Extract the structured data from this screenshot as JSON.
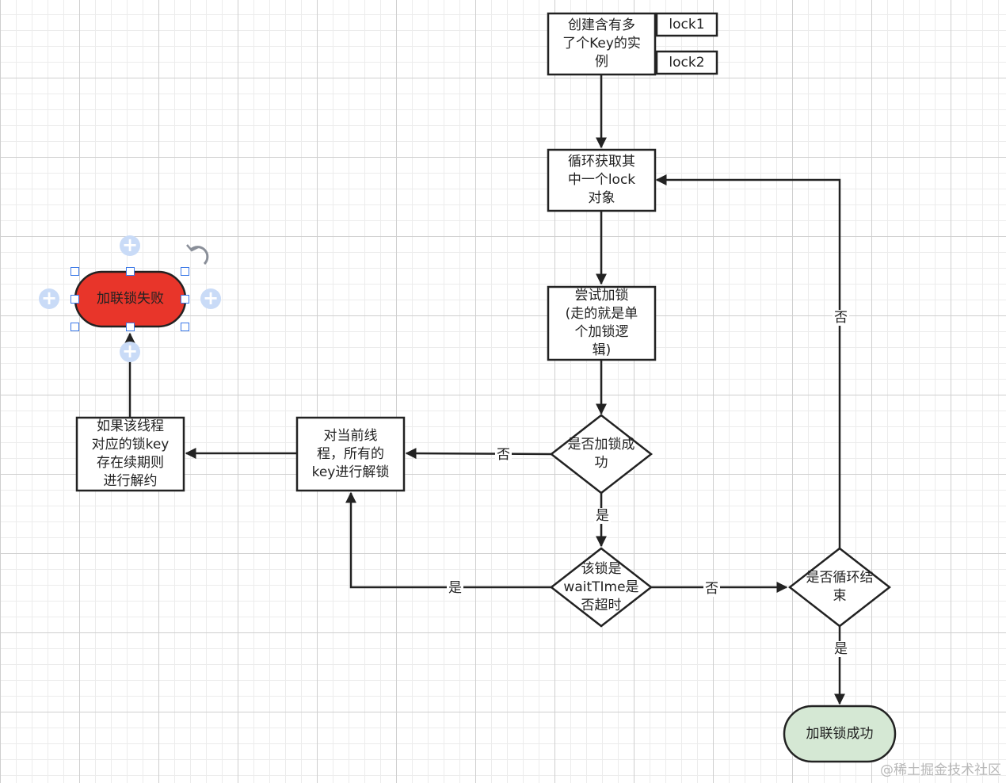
{
  "nodes": {
    "create": "创建含有多\n了个Key的实\n例",
    "lock1": "lock1",
    "lock2": "lock2",
    "loop_get": "循环获取其\n中一个lock\n对象",
    "try_lock": "尝试加锁\n(走的就是单\n个加锁逻\n辑)",
    "lock_ok": "是否加锁成\n功",
    "wait_timeout": "该锁是\nwaitTIme是\n否超时",
    "loop_end": "是否循环结\n束",
    "success": "加联锁成功",
    "unlock_current": "对当前线\n程，所有的\nkey进行解锁",
    "unlock_renew": "如果该线程\n对应的锁key\n存在续期则\n进行解约",
    "fail": "加联锁失败"
  },
  "edges": {
    "no_unlock": "否",
    "yes_wait": "是",
    "no_loop_end": "否",
    "yes_timeout": "是",
    "no_loop_back": "否",
    "yes_success": "是"
  },
  "colors": {
    "stroke": "#222222",
    "fail_fill": "#e8352a",
    "success_fill": "#d5e8d4",
    "selection": "#3b78e7"
  },
  "watermark": "@稀土掘金技术社区"
}
